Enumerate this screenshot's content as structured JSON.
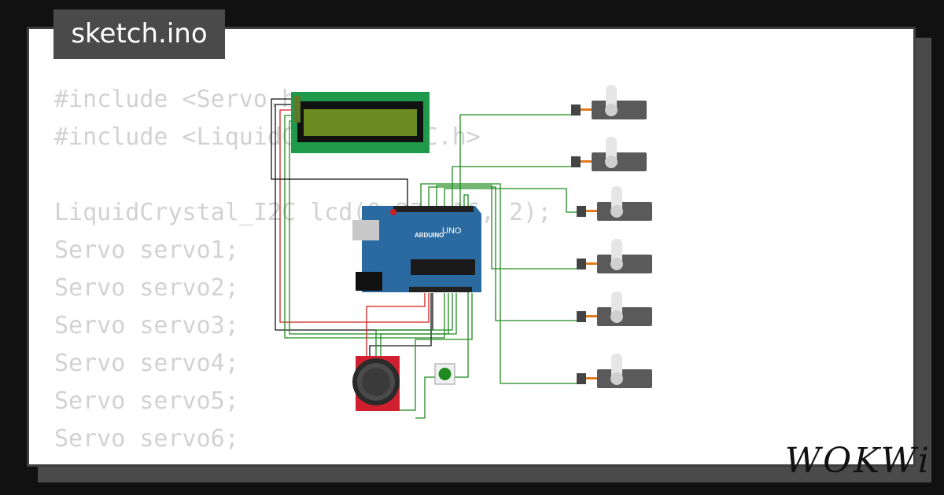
{
  "tab": {
    "title": "sketch.ino"
  },
  "code": {
    "lines": [
      "#include <Servo.h>",
      "#include <LiquidCrystal_I2C.h>",
      "",
      "LiquidCrystal_I2C lcd(0x27, 16, 2);",
      "Servo servo1;",
      "Servo servo2;",
      "Servo servo3;",
      "Servo servo4;",
      "Servo servo5;",
      "Servo servo6;"
    ]
  },
  "board": {
    "brand": "ARDUINO",
    "model": "UNO"
  },
  "logo": {
    "text": "WOKWi"
  },
  "colors": {
    "wire_green": "#1f8a1f",
    "wire_red": "#d11f1f",
    "wire_black": "#111111",
    "board_blue": "#2b6aa0",
    "lcd_green": "#1f9a4a",
    "joystick_red": "#d02030",
    "servo_gray": "#5a5a5a"
  },
  "icons": [
    "arduino-uno-icon",
    "lcd-1602-icon",
    "joystick-icon",
    "pushbutton-icon",
    "servo-icon"
  ]
}
